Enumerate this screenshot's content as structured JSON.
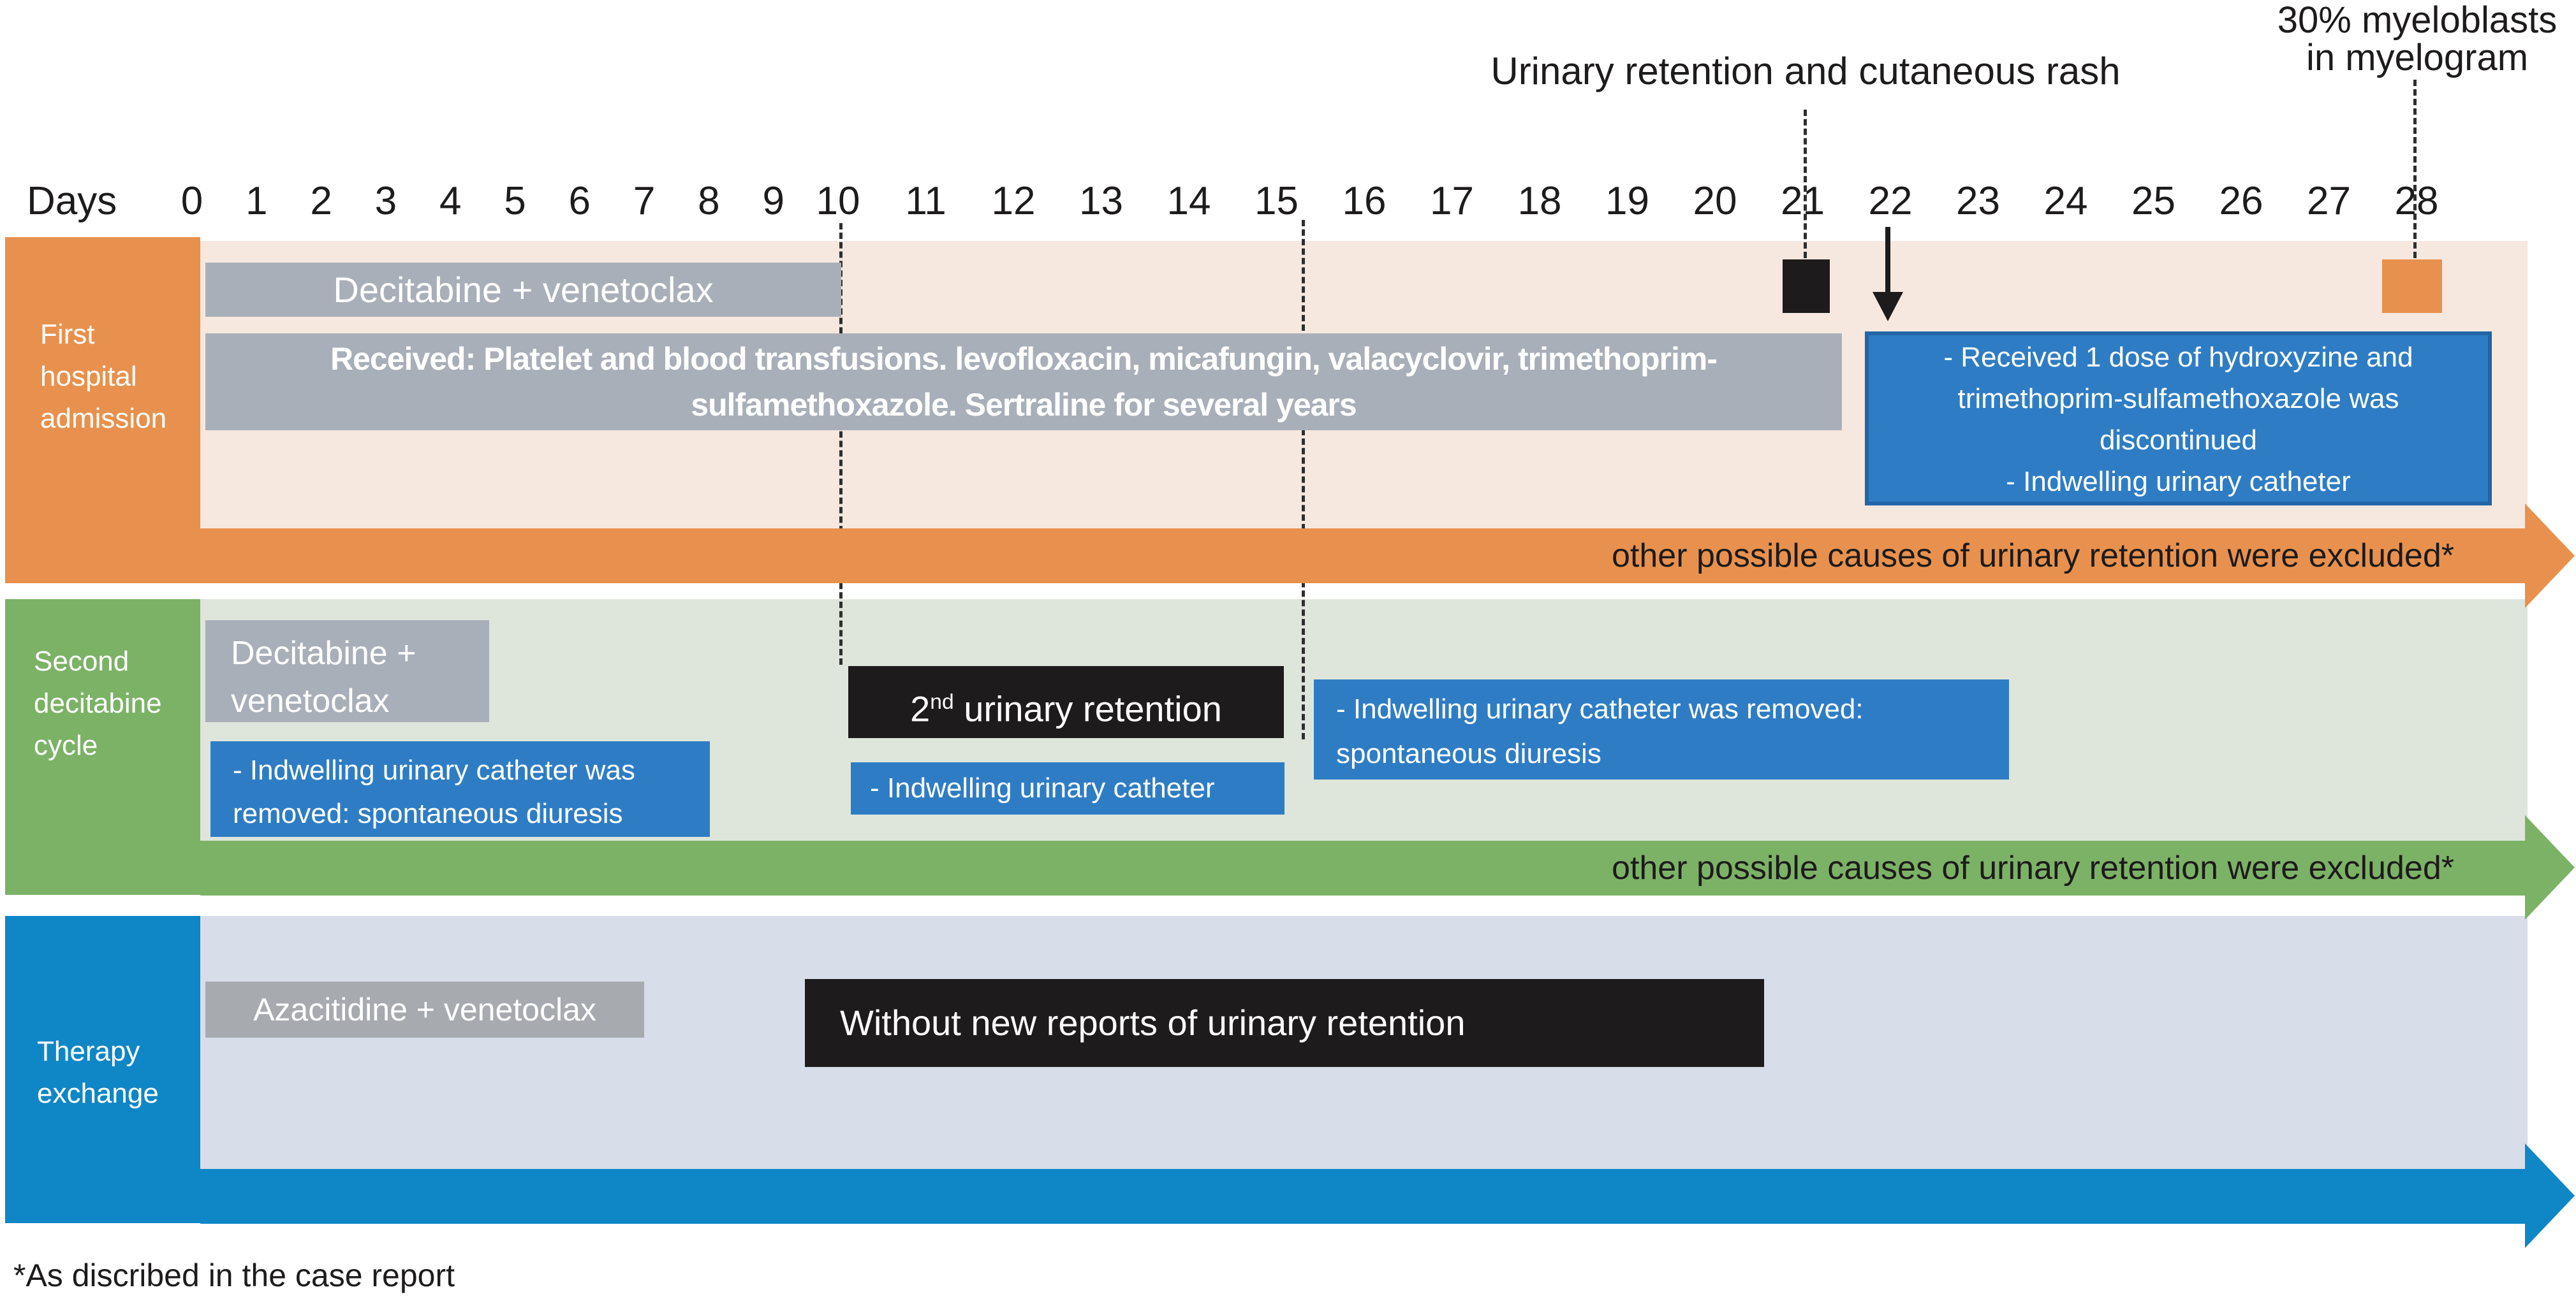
{
  "annotations": {
    "rash_label": "Urinary retention and cutaneous rash",
    "myeloblasts_line1": "30% myeloblasts",
    "myeloblasts_line2": "in  myelogram"
  },
  "axis": {
    "label": "Days",
    "days": [
      "0",
      "1",
      "2",
      "3",
      "4",
      "5",
      "6",
      "7",
      "8",
      "9",
      "10",
      "11",
      "12",
      "13",
      "14",
      "15",
      "16",
      "17",
      "18",
      "19",
      "20",
      "21",
      "22",
      "23",
      "24",
      "25",
      "26",
      "27",
      "28"
    ],
    "dashed_guide_days": [
      "10",
      "15",
      "21",
      "28"
    ]
  },
  "row1": {
    "label": "First hospital admission",
    "bar": "Decitabine + venetoclax",
    "bar_days": [
      0,
      10
    ],
    "received_line1": "Received: Platelet and blood transfusions. levofloxacin, micafungin, valacyclovir, trimethoprim-",
    "received_line2": "sulfamethoxazole. Sertraline for several years",
    "black_square_day": "21",
    "orange_square_day": "28",
    "blue_box": {
      "line1": "-    Received 1 dose of hydroxyzine and",
      "line2": "trimethoprim-sulfamethoxazole was",
      "line3": "discontinued",
      "line4": "-    Indwelling urinary catheter",
      "days": [
        22,
        28
      ]
    },
    "arrow_text": "other possible causes of urinary retention were excluded*"
  },
  "row2": {
    "label": "Second decitabine cycle",
    "bar_line1": "Decitabine +",
    "bar_line2": "venetoclax",
    "blue_left_line1": "- Indwelling urinary catheter was",
    "blue_left_line2": "removed: spontaneous diuresis",
    "black_box": {
      "num": "2",
      "sup": "nd",
      "rest": " urinary retention",
      "days": [
        10,
        15
      ]
    },
    "blue_mid": "- Indwelling urinary catheter",
    "blue_right_line1": "- Indwelling urinary catheter was removed:",
    "blue_right_line2": "spontaneous diuresis",
    "arrow_text": "other possible causes of urinary retention were excluded*"
  },
  "row3": {
    "label": "Therapy exchange",
    "bar": "Azacitidine + venetoclax",
    "black_box": "Without new reports of urinary retention"
  },
  "footnote": "*As discribed in the case report",
  "colors": {
    "orange": "#E8914E",
    "row1_bg": "#F6E8DF",
    "gray_bar": "#A9AFB8",
    "blue_box": "#2E7DC4",
    "blue_box_border": "#2365A6",
    "green": "#7CB266",
    "row2_bg": "#DEE6DB",
    "row3_blue": "#0F86C6",
    "row3_bg": "#D7DEE9",
    "black_box": "#1D1B1B"
  }
}
